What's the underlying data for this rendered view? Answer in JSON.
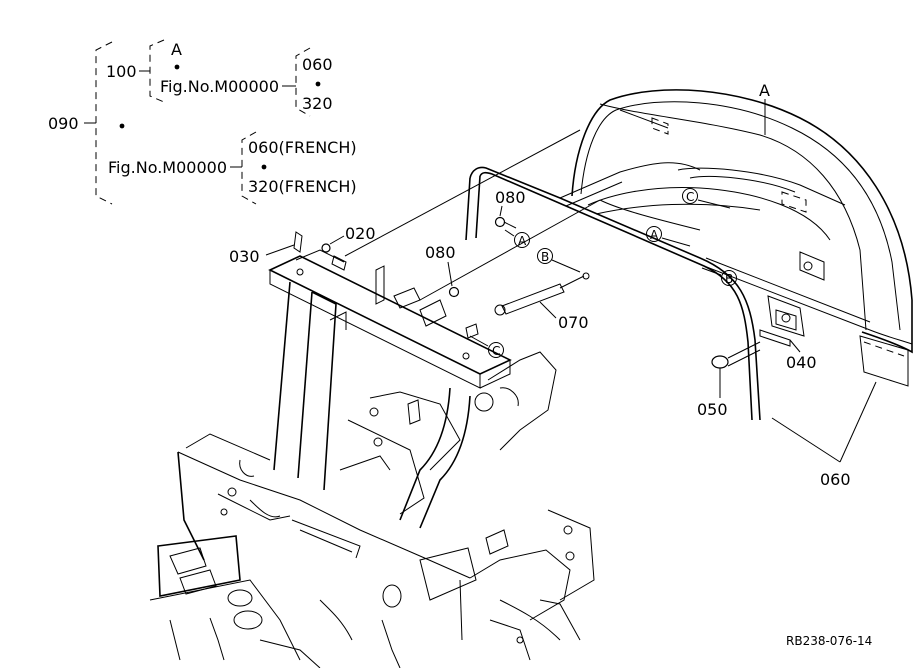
{
  "tree": {
    "root": "090",
    "group1": {
      "part": "100",
      "option_a": "A",
      "fig": "Fig.No.M00000",
      "sub1": "060",
      "sub2": "320"
    },
    "group2": {
      "fig": "Fig.No.M00000",
      "sub1": "060(FRENCH)",
      "sub2": "320(FRENCH)"
    }
  },
  "callouts": {
    "p020": "020",
    "p030": "030",
    "p040": "040",
    "p050": "050",
    "p060": "060",
    "p070": "070",
    "p080a": "080",
    "p080b": "080",
    "pA": "A"
  },
  "circled": {
    "a": "A",
    "b": "B",
    "c": "C"
  },
  "reference_code": "RB238-076-14"
}
